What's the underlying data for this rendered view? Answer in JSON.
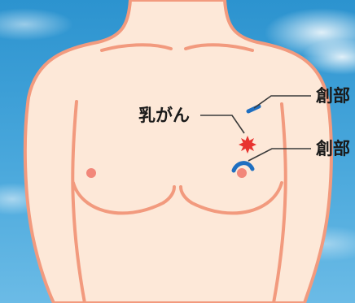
{
  "labels": {
    "tumor": "乳がん",
    "incision_upper": "創部",
    "incision_lower": "創部"
  },
  "colors": {
    "sky": "#3a9ed3",
    "sky_light": "#8ccbea",
    "skin": "#fde8d8",
    "outline": "#f29a7e",
    "nipple": "#f2877a",
    "incision": "#1f6fc1",
    "tumor": "#e8332f",
    "leader": "#3a3a3a"
  }
}
